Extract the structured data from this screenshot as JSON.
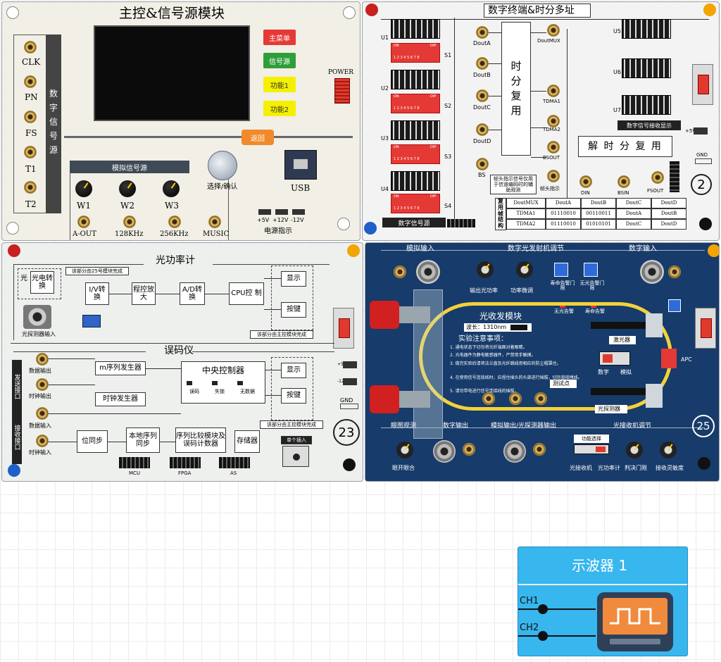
{
  "colors": {
    "menu_red": "#e53935",
    "menu_green": "#2e9e3a",
    "menu_yellow": "#f4f000",
    "back_orange": "#f08a2c",
    "osc_blue": "#38b6ee"
  },
  "board1": {
    "title": "主控&信号源模块",
    "left_jacks": [
      "CLK",
      "PN",
      "FS",
      "T1",
      "T2"
    ],
    "vertical_label": [
      "数",
      "字",
      "信",
      "号",
      "源"
    ],
    "buttons": {
      "main_menu": "主菜单",
      "signal_source": "信号源",
      "func1": "功能1",
      "func2": "功能2",
      "back": "返回"
    },
    "power": "POWER",
    "analog_header": "模拟信号源",
    "knobs": [
      "W1",
      "W2",
      "W3"
    ],
    "outputs": [
      "A-OUT",
      "128KHz",
      "256KHz",
      "MUSIC"
    ],
    "select_confirm": "选择/确认",
    "usb": "USB",
    "power_labels": [
      "+5V",
      "+12V",
      "-12V"
    ],
    "power_indicator": "电源指示"
  },
  "board2": {
    "title": "数字终端&时分多址",
    "tdm_label": [
      "时",
      "分",
      "复",
      "用"
    ],
    "demux_label": "解 时 分 复 用",
    "u_labels": [
      "U1",
      "U2",
      "U3",
      "U4"
    ],
    "s_labels": [
      "S1",
      "S2",
      "S3",
      "S4"
    ],
    "dip_on": "ON",
    "dip_dip": "DIP",
    "dip_nums": "1 2 3 4 5 6 7 8",
    "outs": [
      "DoutA",
      "DoutB",
      "DoutC",
      "DoutD"
    ],
    "bs": "BS",
    "right_outs": [
      "DoutMUX",
      "TDMA1",
      "TDMA2",
      "BSOUT"
    ],
    "frame_note": "帧头指示信号仅用于信道编码时的辅助观测",
    "frame_ind": "帧头指示",
    "bottom_in": [
      "DIN",
      "BSIN",
      "FSOUT"
    ],
    "u_right": [
      "U5",
      "U6",
      "U7"
    ],
    "recv_header": "数字信号接收显示",
    "src_header": "数字信号源",
    "reuse_frame": [
      "复",
      "用",
      "帧",
      "结",
      "构"
    ],
    "table": [
      [
        "DoutMUX",
        "DoutA",
        "DoutB",
        "DoutC",
        "DoutD"
      ],
      [
        "TDMA1",
        "01110010",
        "00110011",
        "DoutA",
        "DoutB"
      ],
      [
        "TDMA2",
        "01110010",
        "01010101",
        "DoutC",
        "DoutD"
      ]
    ],
    "gnd": "GND",
    "plus5": "+5V",
    "number": "2"
  },
  "board3": {
    "title1": "光功率计",
    "light": "光",
    "blocks1": [
      "光电转换",
      "I/V转换",
      "程控放大",
      "A/D转换",
      "CPU控 制",
      "显示",
      "按键"
    ],
    "note1": "该部分由25号模块完成",
    "note2": "该部分由主控模块完成",
    "detector_in": "光探测器输入",
    "title2": "误码仪",
    "send_if": "发送接口",
    "recv_if": "接收接口",
    "jacks": [
      "数据输出",
      "时钟输出",
      "数据输入",
      "时钟输入"
    ],
    "blocks2": [
      "m序列发生器",
      "时钟发生器",
      "中央控制器",
      "显示",
      "按键",
      "位同步",
      "本地序列同步",
      "序列比较模块及误码计数器",
      "存储器"
    ],
    "leds": [
      "误码",
      "失锁",
      "无数据"
    ],
    "note3": "该部分由主控模块完成",
    "single": "单个插入",
    "headers": [
      "MCU",
      "FPGA",
      "AS"
    ],
    "gnd": "GND",
    "number": "23"
  },
  "board4": {
    "sections": [
      "模拟输入",
      "数字光发射机调节",
      "数字输入"
    ],
    "out_power": "输出光功率",
    "fine_tune": "功率微调",
    "life_alarm": "寿命告警门限",
    "no_light_alarm": "无光告警门限",
    "alarms": [
      "无光告警",
      "寿命告警"
    ],
    "title": "光收发模块",
    "wavelength": "波长：1310nm",
    "notes_title": "实验注意事项：",
    "notes": [
      "1. 通电状态下切勿将光纤端面对着眼睛。",
      "2. 光电器件为静电敏感器件，严禁用手触摸。",
      "3. 做完实验后请将法兰盘及光纤跳线用相应的防尘帽罩住。",
      "4. 在使用信号连接线时，应捏住插头的头部进行插拔，切勿直接拽线。",
      "5. 请勿带电进行信号连接线的插拔。"
    ],
    "laser": "激光器",
    "digital": "数字",
    "analog": "模拟",
    "test_point": "测试点",
    "apc": "APC",
    "detector": "光探测器",
    "bottom_sections": [
      "眼图观测",
      "数字输出",
      "模拟输出/光探测器输出",
      "光接收机调节"
    ],
    "eye_label": "眼开眼合",
    "recv_labels": [
      "光接收机",
      "光功率计",
      "判决门限",
      "接收灵敏度"
    ],
    "function_sel": "功能选择",
    "number": "25"
  },
  "oscilloscope": {
    "title": "示波器  1",
    "channels": [
      "CH1",
      "CH2"
    ]
  }
}
